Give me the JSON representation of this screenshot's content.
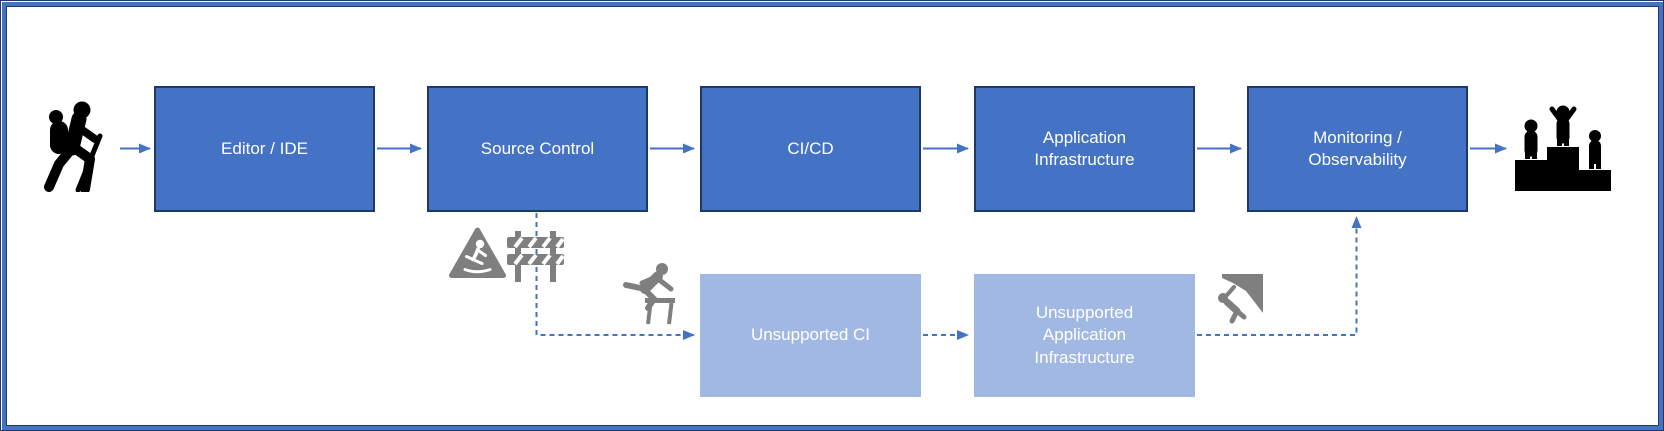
{
  "diagram": {
    "main_flow": [
      {
        "label": "Editor / IDE"
      },
      {
        "label": "Source Control"
      },
      {
        "label": "CI/CD"
      },
      {
        "label": "Application Infrastructure"
      },
      {
        "label": "Monitoring / Observability"
      }
    ],
    "detour_flow": [
      {
        "label": "Unsupported CI"
      },
      {
        "label": "Unsupported Application Infrastructure"
      }
    ],
    "connections": {
      "solid": [
        "hiker → Editor / IDE",
        "Editor / IDE → Source Control",
        "Source Control → CI/CD",
        "CI/CD → Application Infrastructure",
        "Application Infrastructure → Monitoring / Observability",
        "Monitoring / Observability → winners podium"
      ],
      "dashed": [
        "Source Control → Unsupported CI",
        "Unsupported CI → Unsupported Application Infrastructure",
        "Unsupported Application Infrastructure → Monitoring / Observability"
      ]
    },
    "icons": [
      {
        "name": "hiker-icon",
        "color": "#000000"
      },
      {
        "name": "slip-warning-icon",
        "color": "#7F7F7F"
      },
      {
        "name": "roadblock-icon",
        "color": "#7F7F7F"
      },
      {
        "name": "hurdler-icon",
        "color": "#7F7F7F"
      },
      {
        "name": "climber-icon",
        "color": "#7F7F7F"
      },
      {
        "name": "winners-podium-icon",
        "color": "#000000"
      }
    ],
    "colors": {
      "supported_fill": "#4472C4",
      "supported_border": "#1F3864",
      "unsupported_fill": "#A0B8E2",
      "connector": "#4472C4",
      "hazard_icon": "#7F7F7F",
      "journey_icon": "#000000",
      "label_text": "#FFFFFF",
      "frame_outer": "#1F3864",
      "frame_inner": "#4472C4"
    }
  }
}
